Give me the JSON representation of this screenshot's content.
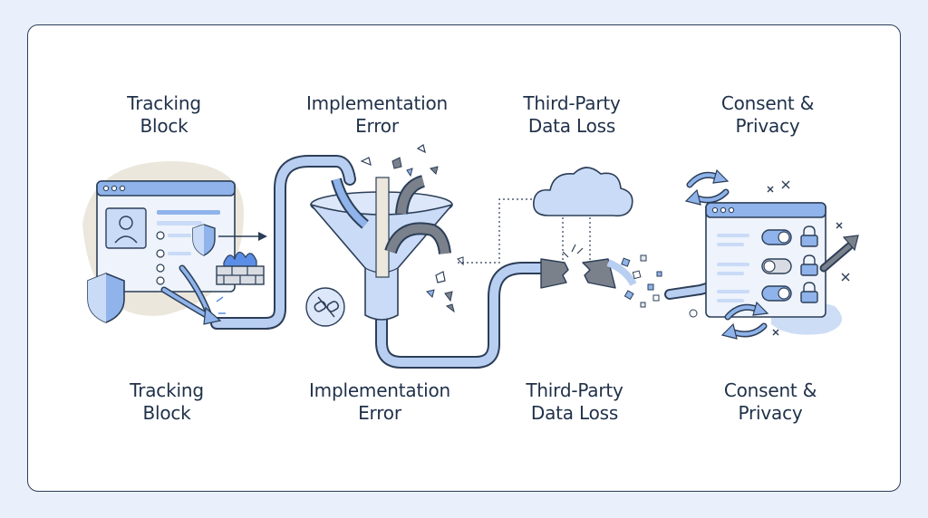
{
  "stages": [
    {
      "id": "tracking-block",
      "top": [
        "Tracking",
        "Block"
      ],
      "bottom": [
        "Tracking",
        "Block"
      ]
    },
    {
      "id": "implementation-error",
      "top": [
        "Implementation",
        "Error"
      ],
      "bottom": [
        "Implementation",
        "Error"
      ]
    },
    {
      "id": "third-party-data-loss",
      "top": [
        "Third-Party",
        "Data Loss"
      ],
      "bottom": [
        "Third-Party",
        "Data Loss"
      ]
    },
    {
      "id": "consent-privacy",
      "top": [
        "Consent &",
        "Privacy"
      ],
      "bottom": [
        "Consent &",
        "Privacy"
      ]
    }
  ],
  "icons": [
    "browser-window-icon",
    "shield-icon",
    "firewall-icon",
    "user-profile-icon",
    "funnel-icon",
    "broken-link-icon",
    "cloud-icon",
    "broken-pipe-icon",
    "toggle-switch-icon",
    "lock-icon",
    "refresh-icon",
    "close-x-icon"
  ],
  "colors": {
    "outline": "#2c3e57",
    "flow_light": "#b9cff2",
    "flow_mid": "#8fb3ea",
    "accent": "#5b8ee6",
    "grey": "#7a818b",
    "beige": "#ece7dc",
    "background": "#e9f0fb"
  }
}
